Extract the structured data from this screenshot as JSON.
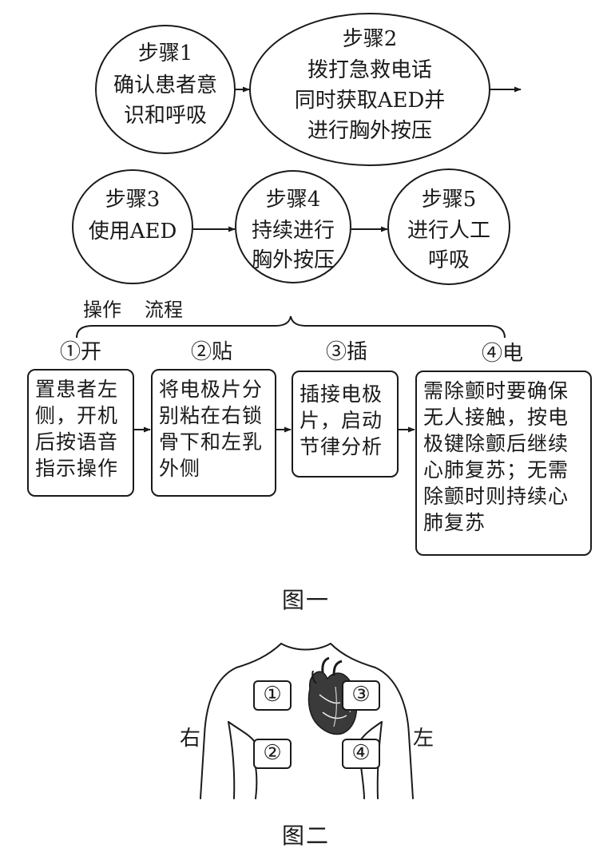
{
  "figure1": {
    "step1": {
      "label": "步骤1",
      "lines": [
        "确认患者意",
        "识和呼吸"
      ]
    },
    "step2": {
      "label": "步骤2",
      "lines": [
        "拨打急救电话",
        "同时获取AED并",
        "进行胸外按压"
      ]
    },
    "step3": {
      "label": "步骤3",
      "lines": [
        "使用AED"
      ]
    },
    "step4": {
      "label": "步骤4",
      "lines": [
        "持续进行",
        "胸外按压"
      ]
    },
    "step5": {
      "label": "步骤5",
      "lines": [
        "进行人工",
        "呼吸"
      ]
    },
    "brace_label_left": "操作",
    "brace_label_right": "流程",
    "stages": [
      {
        "label": "①开",
        "text": "置患者左侧，开机后按语音指示操作"
      },
      {
        "label": "②贴",
        "text": "将电极片分别粘在右锁骨下和左乳外侧"
      },
      {
        "label": "③插",
        "text": "插接电极片，启动节律分析"
      },
      {
        "label": "④电",
        "text": "需除颤时要确保无人接触，按电极键除颤后继续心肺复苏；无需除颤时则持续心肺复苏"
      }
    ],
    "caption": "图一"
  },
  "figure2": {
    "marker1": "①",
    "marker2": "②",
    "marker3": "③",
    "marker4": "④",
    "right_side_label": "右",
    "left_side_label": "左",
    "caption": "图二"
  }
}
